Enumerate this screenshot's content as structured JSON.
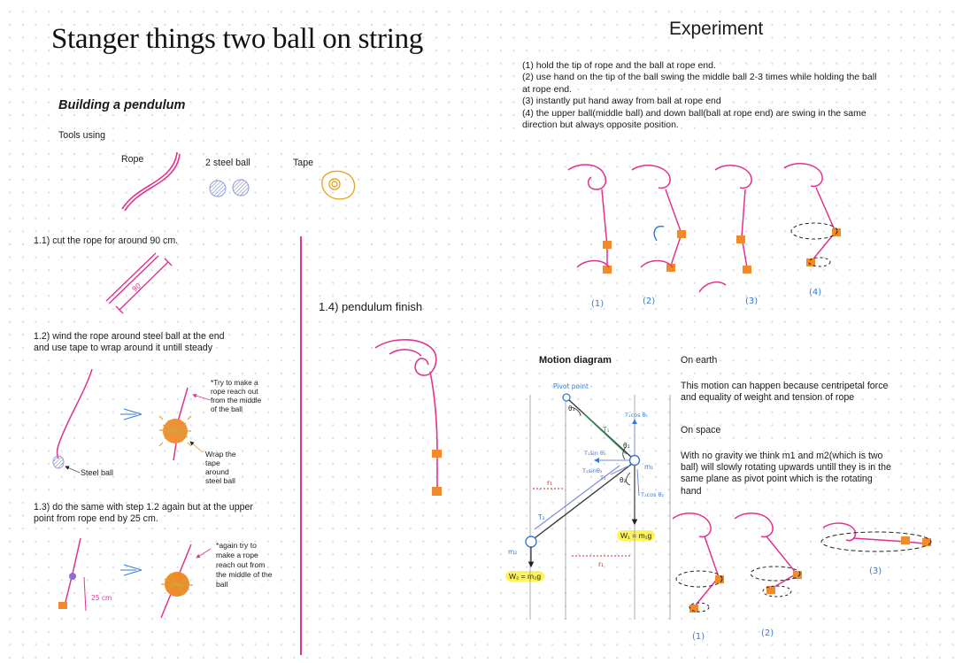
{
  "title": "Stanger things two ball on string",
  "build": {
    "heading": "Building a pendulum",
    "tools_label": "Tools using",
    "tools": {
      "rope": "Rope",
      "ball": "2 steel ball",
      "tape": "Tape"
    },
    "step1_1": "1.1) cut the rope for around 90 cm.",
    "step1_1_mark": "90",
    "step1_2_line1": "1.2) wind the rope around steel ball at the end",
    "step1_2_line2": "and use tape to wrap around it untill steady",
    "note1": [
      "*Try to make a",
      "rope reach out",
      "from the middle",
      "of the ball"
    ],
    "wrap_note": [
      "Wrap the",
      "tape",
      "around",
      "steel ball"
    ],
    "steel_ball": "Steel ball",
    "step1_3_line1": "1.3) do the same with step 1.2 again but at the upper",
    "step1_3_line2": "point from rope end by 25 cm.",
    "mark_25": "25 cm",
    "note2": [
      "*again try to",
      "make a rope",
      "reach out from",
      "the middle of the",
      "ball"
    ],
    "step1_4": "1.4) pendulum finish"
  },
  "experiment": {
    "title": "Experiment",
    "steps": [
      "(1) hold the tip of rope and the ball at rope end.",
      "(2) use hand on the tip of the ball swing the middle ball 2-3 times while holding the ball",
      "at rope end.",
      "(3) instantly put hand away from ball at rope end",
      "(4) the upper ball(middle ball) and down ball(ball at rope end) are swing in the same",
      "direction but always opposite position."
    ],
    "figure_labels": [
      "(1)",
      "(2)",
      "(3)",
      "(4)"
    ]
  },
  "motion": {
    "title": "Motion diagram",
    "pivot": "Pivot point",
    "labels": {
      "theta1": "θ₁",
      "theta1b": "θ₁",
      "theta2": "θ₂",
      "t1": "T₁",
      "t1cos": "T₁cos θ₁",
      "t1sin": "T₁sin θ₁",
      "t2sin": "T₂sinθ₂",
      "t2": "T₂",
      "t2cos": "T₂cos θ₂",
      "t2b": "T₂",
      "m1": "m₁",
      "m2": "m₂",
      "r1": "r₁",
      "r2": "r₁"
    },
    "chip_w1": "W₁ = m₁g",
    "chip_w2": "W₂ = m₂g"
  },
  "explain": {
    "earth_heading": "On earth",
    "earth_text": [
      "This motion can happen because centripetal force",
      "and equality of weight and tension of rope"
    ],
    "space_heading": "On space",
    "space_text": [
      "With no gravity we think m1 and m2(which is two",
      "ball) will slowly rotating upwards untill they is in the",
      "same plane as pivot point which is the rotating",
      "hand"
    ],
    "space_labels": [
      "(1)",
      "(2)",
      "(3)"
    ]
  },
  "colors": {
    "rope": "#e0338f",
    "ball": "#f08a2b",
    "blue_ink": "#3a7bd5",
    "steel": "#8f9bd6",
    "tape": "#e6a62a"
  }
}
